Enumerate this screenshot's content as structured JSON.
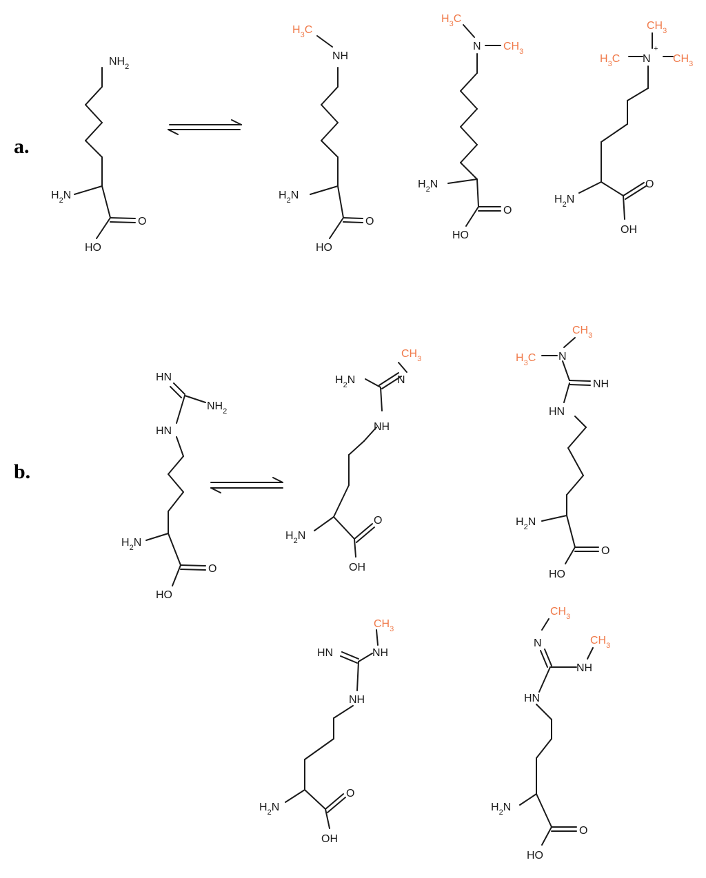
{
  "colors": {
    "bond": "#1a1a1a",
    "atom": "#1a1a1a",
    "methyl": "#f07a4a",
    "background": "#ffffff"
  },
  "panels": [
    {
      "label": "a.",
      "molecules": [
        {
          "groups": {
            "side": "NH2",
            "alpha": "H2N",
            "acid_o": "O",
            "acid_oh": "HO"
          }
        },
        {
          "groups": {
            "side": "NH",
            "methyl": "H3C",
            "alpha": "H2N",
            "acid_o": "O",
            "acid_oh": "HO"
          }
        },
        {
          "groups": {
            "side": "N",
            "methyl_1": "H3C",
            "methyl_2": "CH3",
            "alpha": "H2N",
            "acid_o": "O",
            "acid_oh": "HO"
          }
        },
        {
          "groups": {
            "side": "N",
            "charge": "+",
            "methyl_1": "CH3",
            "methyl_2": "H3C",
            "methyl_3": "CH3",
            "alpha": "H2N",
            "acid_o": "O",
            "acid_oh": "OH"
          }
        }
      ]
    },
    {
      "label": "b.",
      "molecules": [
        {
          "groups": {
            "imine": "HN",
            "amine": "NH2",
            "link": "HN",
            "alpha": "H2N",
            "acid_o": "O",
            "acid_oh": "HO"
          }
        },
        {
          "groups": {
            "imine": "N",
            "methyl": "CH3",
            "amine": "H2N",
            "link": "NH",
            "alpha": "H2N",
            "acid_o": "O",
            "acid_oh": "OH"
          }
        },
        {
          "groups": {
            "amine": "N",
            "methyl_1": "CH3",
            "methyl_2": "H3C",
            "imine": "NH",
            "link": "HN",
            "alpha": "H2N",
            "acid_o": "O",
            "acid_oh": "HO"
          }
        },
        {
          "groups": {
            "imine": "HN",
            "amine": "NH",
            "methyl": "CH3",
            "link": "NH",
            "alpha": "H2N",
            "acid_o": "O",
            "acid_oh": "OH"
          }
        },
        {
          "groups": {
            "imine": "N",
            "methyl_1": "CH3",
            "amine": "NH",
            "methyl_2": "CH3",
            "link": "HN",
            "alpha": "H2N",
            "acid_o": "O",
            "acid_oh": "HO"
          }
        }
      ]
    }
  ]
}
